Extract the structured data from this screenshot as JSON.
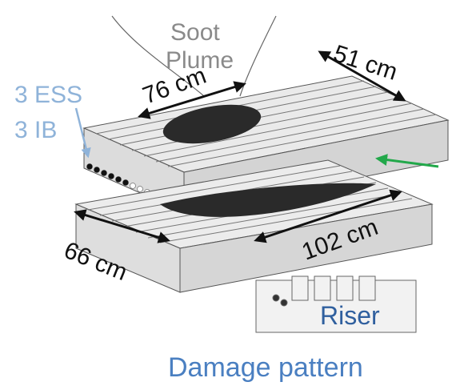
{
  "labels": {
    "soot_plume_line1": "Soot",
    "soot_plume_line2": "Plume",
    "ess": "3 ESS",
    "ib": "3 IB",
    "riser": "Riser",
    "caption": "Damage pattern"
  },
  "dimensions": {
    "top_length": "76 cm",
    "top_width": "51 cm",
    "bottom_width": "66 cm",
    "bottom_length": "102 cm"
  },
  "colors": {
    "grey_text": "#8a8a8a",
    "light_blue": "#8fb3d9",
    "dark_blue": "#2f5f9e",
    "caption_blue": "#4a7fc1",
    "green_arrow": "#22a84a",
    "soot": "#2a2a2a"
  }
}
